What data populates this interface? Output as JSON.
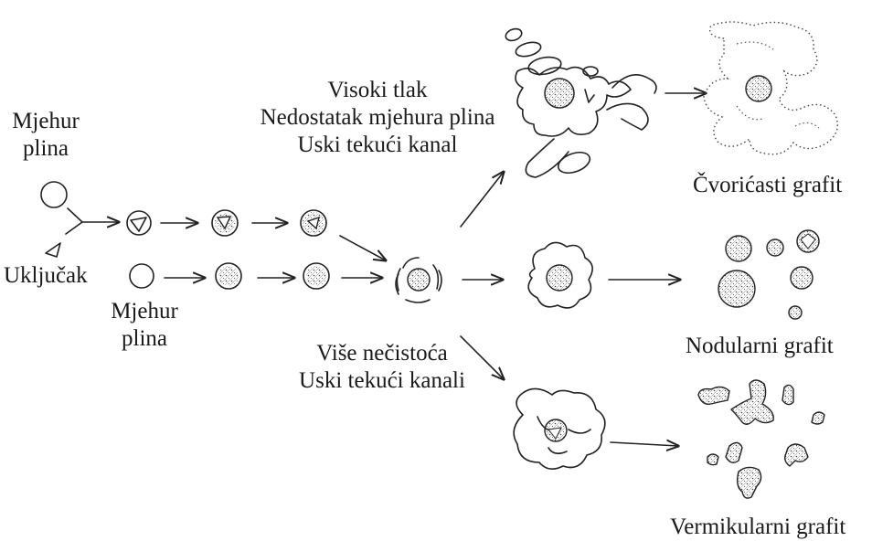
{
  "labels": {
    "gas_bubble_top": [
      "Mjehur",
      "plina"
    ],
    "inclusion": "Uključak",
    "gas_bubble_bottom": [
      "Mjehur",
      "plina"
    ],
    "high_pressure": [
      "Visoki tlak",
      "Nedostatak mjehura plina",
      "Uski tekući kanal"
    ],
    "more_impurities": [
      "Više nečistoća",
      "Uski tekući kanali"
    ],
    "chunky_graphite": "Čvorićasti grafit",
    "nodular_graphite": "Nodularni grafit",
    "vermicular_graphite": "Vermikularni grafit"
  }
}
